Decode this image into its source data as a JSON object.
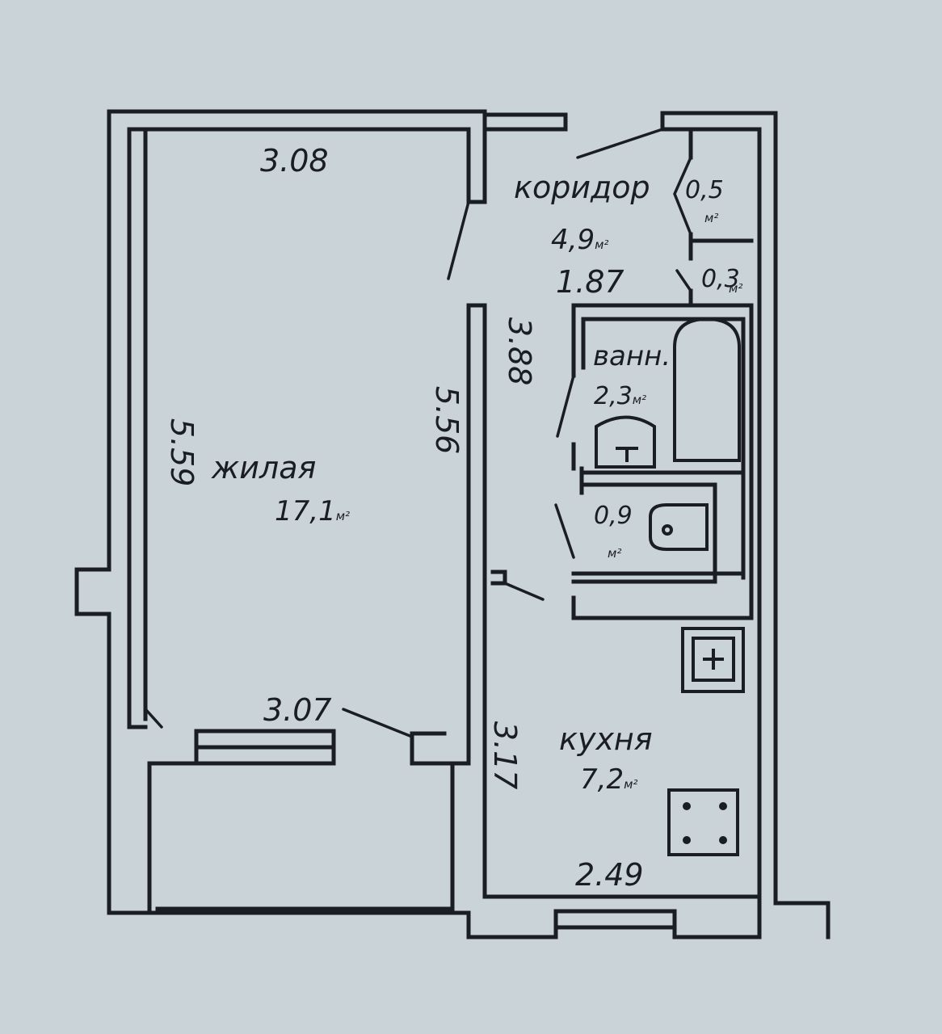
{
  "rooms": {
    "living": {
      "name": "жилая",
      "area": "17,1",
      "area_unit": "м²"
    },
    "corridor": {
      "name": "коридор",
      "area": "4,9",
      "area_unit": "м²"
    },
    "closet_a": {
      "area": "0,5",
      "area_unit": "м²"
    },
    "closet_b": {
      "area": "0,3",
      "area_unit": "м²"
    },
    "bathroom": {
      "name": "ванн.",
      "area": "2,3",
      "area_unit": "м²"
    },
    "toilet": {
      "area": "0,9",
      "area_unit": "м²"
    },
    "kitchen": {
      "name": "кухня",
      "area": "7,2",
      "area_unit": "м²"
    }
  },
  "dimensions": {
    "living_top": "3.08",
    "living_left": "5.59",
    "living_right": "5.56",
    "living_bottom": "3.07",
    "corridor_width": "1.87",
    "corridor_length": "3.88",
    "kitchen_side": "3.17",
    "kitchen_bottom": "2.49"
  },
  "colors": {
    "paper": "#c9d3d8",
    "ink": "#1a1d22"
  }
}
